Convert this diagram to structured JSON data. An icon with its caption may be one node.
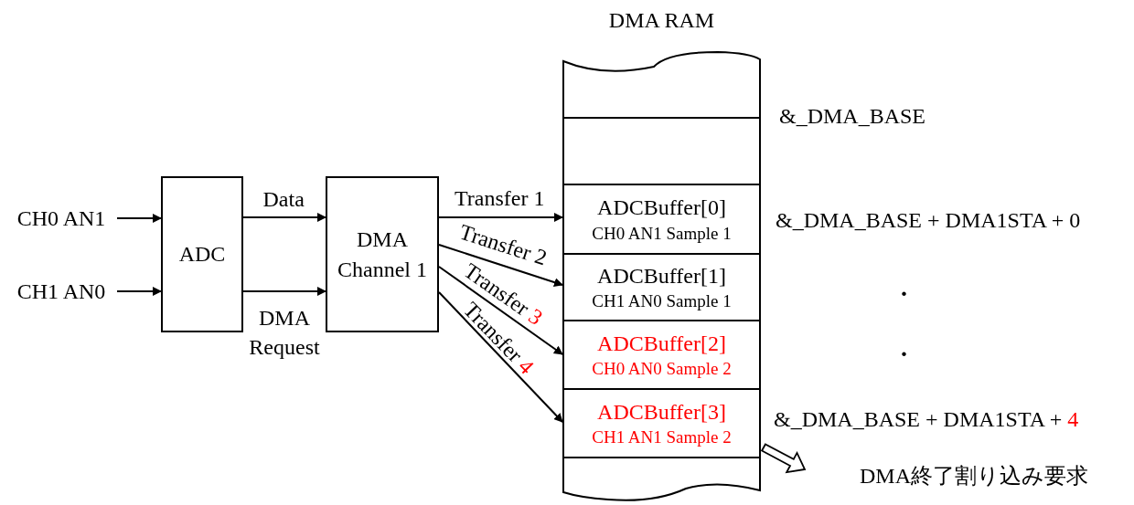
{
  "diagram": {
    "nodes": [
      {
        "text": [
          "CH0 AN1"
        ]
      },
      {
        "text": [
          "CH1 AN0"
        ]
      },
      {
        "text": [
          "ADC"
        ]
      },
      {
        "text": [
          "DMA Channel 1"
        ]
      },
      {
        "text": [
          "DMA RAM"
        ]
      },
      {
        "text": [],
        "shape": "box",
        "in": 4
      },
      {
        "text": [
          "ADCBuffer[0]",
          "CH0 AN1 Sample 1"
        ],
        "in": 4
      },
      {
        "text": [
          "ADCBuffer[1]",
          "CH1 AN0 Sample 1"
        ],
        "in": 4
      },
      {
        "text": [
          "ADCBuffer[2]",
          "CH0 AN0 Sample 2"
        ],
        "in": 4
      },
      {
        "text": [
          "ADCBuffer[3]",
          "CH1 AN1 Sample 2"
        ],
        "in": 4
      },
      {
        "text": [
          "DMA終了割り込み要求"
        ]
      }
    ],
    "edges": [
      {
        "from": 0,
        "to": 2,
        "arrow": "to"
      },
      {
        "from": 1,
        "to": 2,
        "arrow": "to"
      },
      {
        "from": 2,
        "to": 3,
        "arrow": "to",
        "label": "Data"
      },
      {
        "from": 2,
        "to": 3,
        "arrow": "to",
        "label": "DMA Request"
      },
      {
        "from": 3,
        "to": 6,
        "arrow": "to",
        "label": "Transfer 1"
      },
      {
        "from": 3,
        "to": 7,
        "arrow": "to",
        "label": "Transfer 2"
      },
      {
        "from": 3,
        "to": 8,
        "arrow": "to",
        "label": "Transfer 3"
      },
      {
        "from": 3,
        "to": 9,
        "arrow": "to",
        "label": "Transfer 4"
      },
      {
        "from": 4,
        "to": 10,
        "arrow": "to",
        "style": "thick"
      }
    ],
    "labels": [
      "&_DMA_BASE",
      "&_DMA_BASE + DMA1STA + 0",
      ".",
      ".",
      "&_DMA_BASE + DMA1STA + 4"
    ]
  }
}
